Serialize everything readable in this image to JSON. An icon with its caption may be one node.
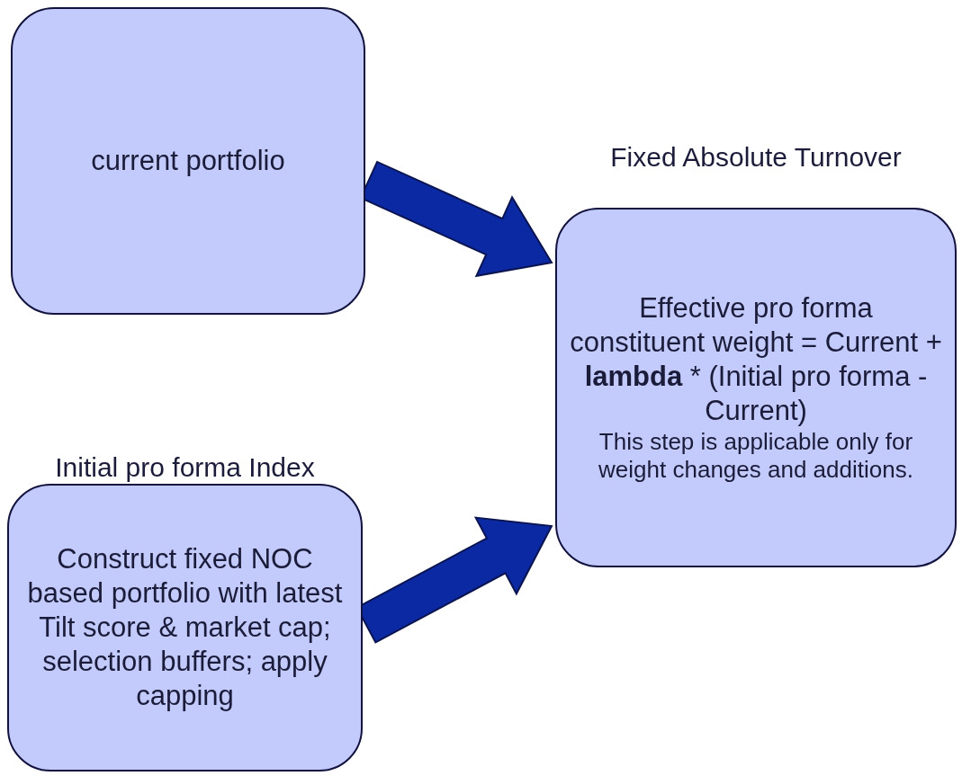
{
  "diagram": {
    "nodes": [
      {
        "text": [
          "current portfolio"
        ]
      },
      {
        "text": [
          "Initial pro forma Index",
          "Construct fixed NOC based portfolio with latest Tilt score & market cap; selection buffers; apply capping"
        ]
      },
      {
        "text": [
          "Fixed Absolute Turnover",
          "Effective pro forma constituent weight = Current + **lambda** * (Initial pro forma - Current)",
          "This step is applicable only for weight changes and additions."
        ]
      }
    ],
    "edges": [
      {
        "from": 0,
        "to": 2,
        "arrow": "to"
      },
      {
        "from": 1,
        "to": 2,
        "arrow": "to"
      }
    ]
  }
}
